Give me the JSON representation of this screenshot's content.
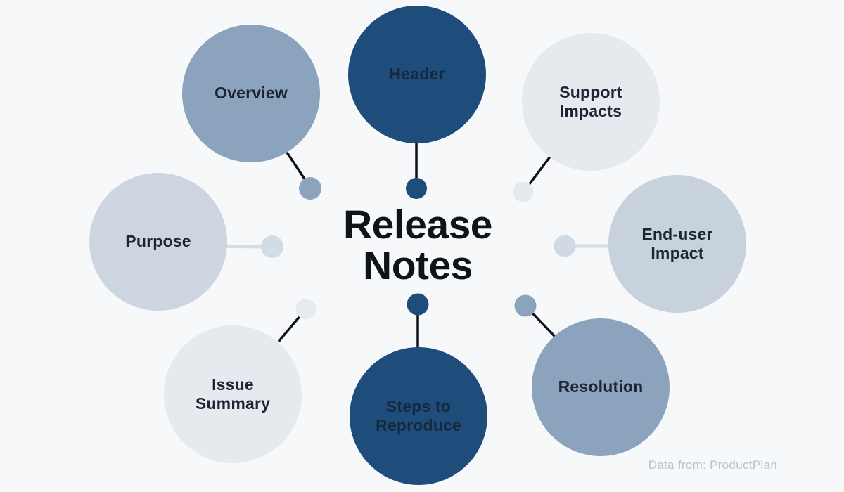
{
  "title": {
    "line1": "Release",
    "line2": "Notes"
  },
  "attribution": {
    "text": "Data from: ProductPlan"
  },
  "palette": {
    "background": "#F6F8FA",
    "dark_blue": "#1E4D7C",
    "steel_blue": "#8CA3BE",
    "pale_blue": "#CDD6E0",
    "pale_blue_2": "#C8D2DD",
    "light_gray": "#E6E9ED",
    "connector_black": "#0D1016",
    "connector_light": "#D4DCE5",
    "title_color": "#10141A",
    "label_color": "#1B2533",
    "attribution_color": "#B9C2CF"
  },
  "nodes": [
    {
      "id": "overview",
      "label": "Overview",
      "color": "#8CA3BE"
    },
    {
      "id": "header",
      "label": "Header",
      "color": "#1E4D7C"
    },
    {
      "id": "support-impacts",
      "label": "Support Impacts",
      "color": "#E5E9ED"
    },
    {
      "id": "purpose",
      "label": "Purpose",
      "color": "#CDD6E0"
    },
    {
      "id": "end-user-impact",
      "label": "End-user Impact",
      "color": "#C8D2DD"
    },
    {
      "id": "issue-summary",
      "label": "Issue Summary",
      "color": "#E7EAEE"
    },
    {
      "id": "steps-to-reproduce",
      "label": "Steps to Reproduce",
      "color": "#1E4D7C"
    },
    {
      "id": "resolution",
      "label": "Resolution",
      "color": "#8CA3BE"
    }
  ]
}
